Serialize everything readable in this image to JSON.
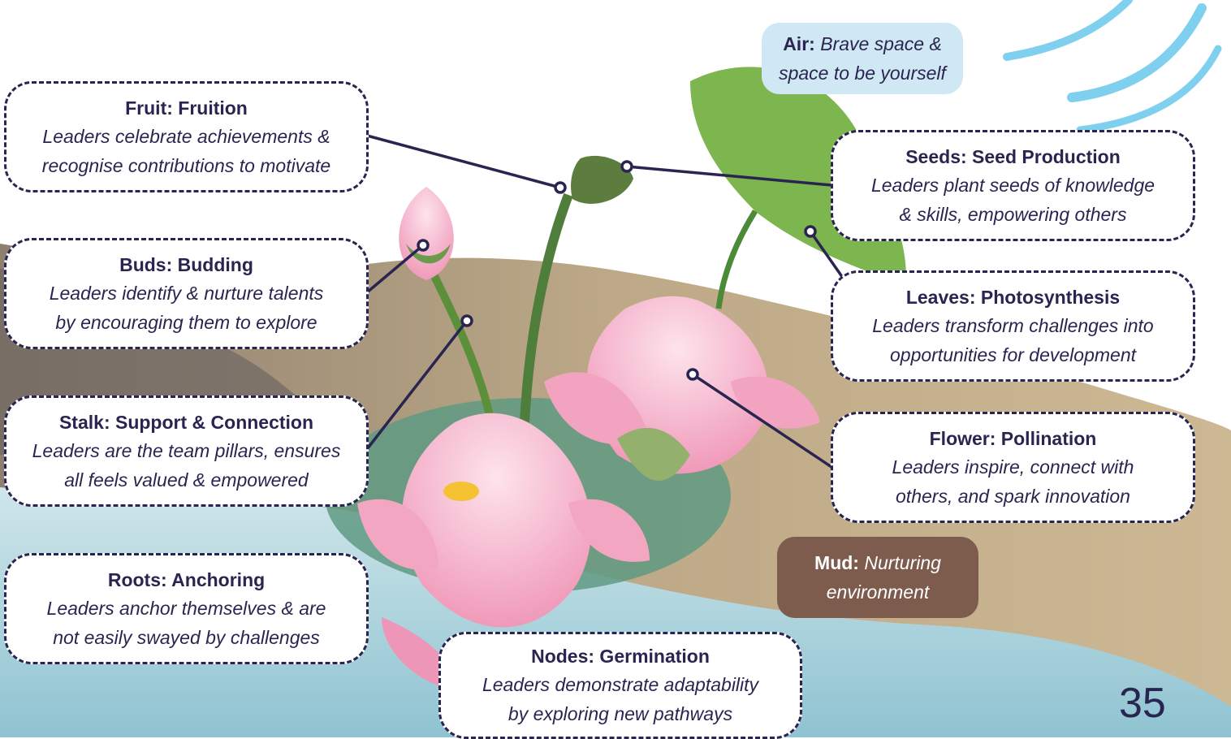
{
  "colors": {
    "ink": "#2a2550",
    "box_bg": "#ffffff",
    "air_bg": "#cfe8f4",
    "mud_bg": "#7d5b4d",
    "petal_pink": "#f3a9c4",
    "leaf_green": "#7db64e",
    "water_blue": "#a9d2dc",
    "earth_brown": "#b7a07c"
  },
  "boxes": {
    "fruit": {
      "title": "Fruit: Fruition",
      "line1": "Leaders celebrate achievements &",
      "line2": "recognise contributions to motivate"
    },
    "buds": {
      "title": "Buds: Budding",
      "line1": "Leaders identify & nurture talents",
      "line2": "by encouraging them to explore"
    },
    "stalk": {
      "title": "Stalk: Support & Connection",
      "line1": "Leaders are the team pillars, ensures",
      "line2": "all feels valued & empowered"
    },
    "roots": {
      "title": "Roots: Anchoring",
      "line1": "Leaders anchor themselves & are",
      "line2": "not easily swayed by challenges"
    },
    "nodes": {
      "title": "Nodes: Germination",
      "line1": "Leaders demonstrate adaptability",
      "line2": "by exploring new pathways"
    },
    "seeds": {
      "title": "Seeds: Seed Production",
      "line1": "Leaders plant seeds of knowledge",
      "line2": "& skills, empowering others"
    },
    "leaves": {
      "title": "Leaves: Photosynthesis",
      "line1": "Leaders transform challenges into",
      "line2": "opportunities for development"
    },
    "flower": {
      "title": "Flower: Pollination",
      "line1": "Leaders inspire, connect with",
      "line2": "others, and spark innovation"
    }
  },
  "air": {
    "label": "Air:",
    "line1": "Brave space &",
    "line2": "space to be yourself"
  },
  "mud": {
    "label": "Mud:",
    "line1": "Nurturing",
    "line2": "environment"
  },
  "page_number": "35"
}
